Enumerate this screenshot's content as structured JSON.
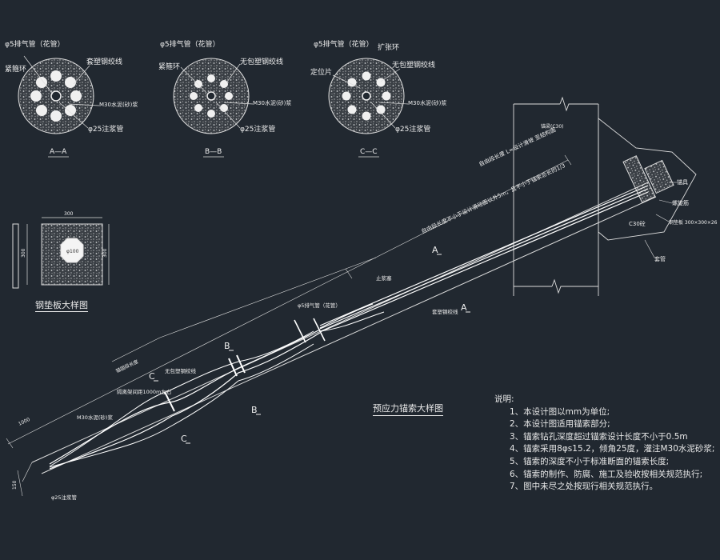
{
  "title": "预应力锚索大样图",
  "plate_title": "钢垫板大样图",
  "notes": {
    "heading": "说明:",
    "items": [
      "1、本设计图以mm为单位;",
      "2、本设计图适用锚索部分;",
      "3、锚索钻孔深度超过锚索设计长度不小于0.5m",
      "4、锚索采用8φs15.2，倾角25度，灌注M30水泥砂浆;",
      "5、锚索的深度不小于标准断面的锚索长度;",
      "6、锚索的制作、防腐、施工及验收按相关规范执行;",
      "7、图中未尽之处按现行相关规范执行。"
    ]
  },
  "sections": [
    {
      "id": "A",
      "caption": "A—A",
      "labels": [
        "φ5排气管（花管）",
        "紧箍环",
        "套塑钢绞线",
        "M30水泥(砂)浆",
        "φ25注浆管"
      ]
    },
    {
      "id": "B",
      "caption": "B—B",
      "labels": [
        "φ5排气管（花管）",
        "紧箍环",
        "无包塑钢绞线",
        "M30水泥(砂)浆",
        "φ25注浆管"
      ]
    },
    {
      "id": "C",
      "caption": "C—C",
      "labels": [
        "φ5排气管（花管）",
        "扩张环",
        "定位片",
        "无包塑钢绞线",
        "M30水泥(砂)浆",
        "φ25注浆管"
      ]
    }
  ],
  "plate": {
    "width": "300",
    "height": "300",
    "side": "300",
    "center": "φ100"
  },
  "anchor_labels": {
    "cut_marks": [
      "A",
      "A",
      "B",
      "B",
      "C",
      "C"
    ],
    "exhaust": "φ5排气管（花管）",
    "stop_ring": "止浆塞",
    "coated": "套塑钢绞线",
    "uncoated": "无包塑钢绞线",
    "cement": "M30水泥(砂)浆",
    "grout_pipe": "φ25注浆管",
    "spacer": "隔离架间距1000m左右",
    "long_note": "自由段长度不小于设计滑动面以外5m，且不小于锚索总长的1/3",
    "free_note": "自由段长度 L=设计滑坡 至结构面",
    "anchor_len": "锚固段长度",
    "frame": "锚梁(C30)",
    "c30": "C30砼",
    "anchor_head": "锚具",
    "pad": "钢垫板 300×300×26",
    "rebar": "螺旋筋",
    "casing": "套管",
    "dim1": "1000",
    "dim2": "150"
  }
}
